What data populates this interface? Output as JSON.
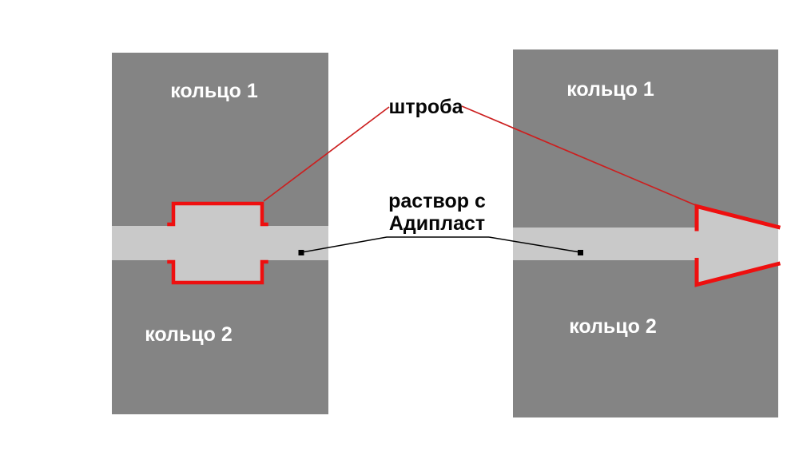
{
  "diagram": {
    "left_assembly": {
      "ring1_label": "кольцо 1",
      "ring2_label": "кольцо 2"
    },
    "right_assembly": {
      "ring1_label": "кольцо 1",
      "ring2_label": "кольцо 2"
    },
    "annotations": {
      "groove_label": "штроба",
      "mortar_label_line1": "раствор с",
      "mortar_label_line2": "Адипласт"
    },
    "colors": {
      "background": "#ffffff",
      "ring_gray": "#848484",
      "joint_light_gray": "#c9c9c9",
      "groove_outline_red": "#ee0f0f",
      "callout_red": "#cc1f1f",
      "callout_black": "#000000",
      "ring_label_white": "#ffffff",
      "annotation_text_black": "#060606"
    }
  }
}
